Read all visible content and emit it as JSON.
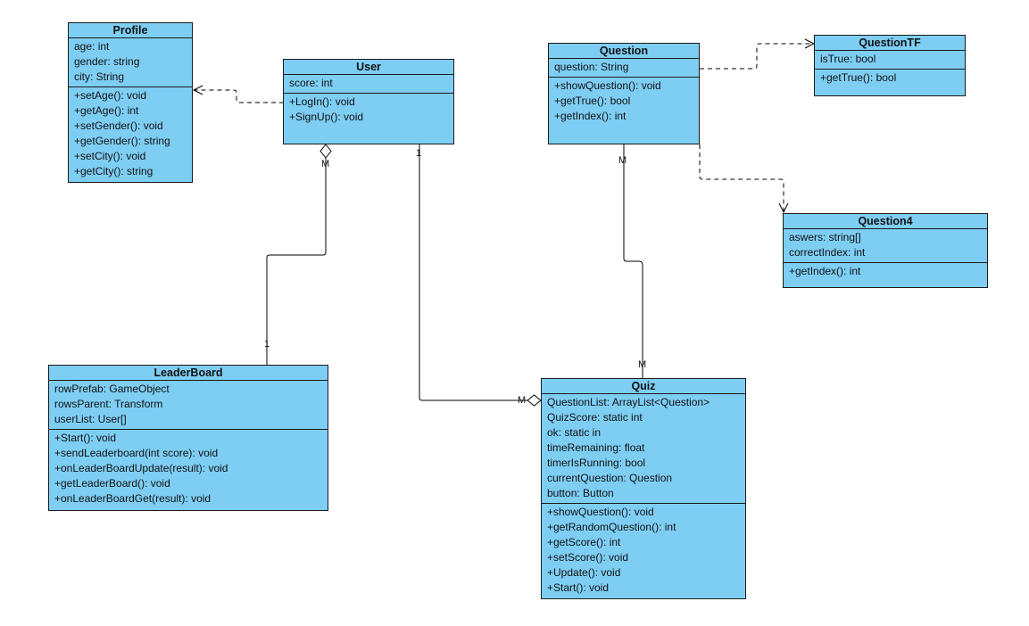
{
  "classes": {
    "profile": {
      "name": "Profile",
      "attributes": [
        "age: int",
        "gender: string",
        "city: String"
      ],
      "methods": [
        "+setAge(): void",
        "+getAge(): int",
        "+setGender(): void",
        "+getGender(): string",
        "+setCity(): void",
        "+getCity(): string"
      ]
    },
    "user": {
      "name": "User",
      "attributes": [
        "score: int"
      ],
      "methods": [
        "+LogIn(): void",
        "+SignUp(): void"
      ]
    },
    "question": {
      "name": "Question",
      "attributes": [
        "question: String"
      ],
      "methods": [
        "+showQuestion(): void",
        "+getTrue(): bool",
        "+getIndex(): int"
      ]
    },
    "questiontf": {
      "name": "QuestionTF",
      "attributes": [
        "isTrue: bool"
      ],
      "methods": [
        "+getTrue(): bool"
      ]
    },
    "question4": {
      "name": "Question4",
      "attributes": [
        "aswers: string[]",
        "correctIndex: int"
      ],
      "methods": [
        "+getIndex(): int"
      ]
    },
    "leaderboard": {
      "name": "LeaderBoard",
      "attributes": [
        "rowPrefab: GameObject",
        "rowsParent: Transform",
        "userList: User[]"
      ],
      "methods": [
        "+Start(): void",
        "+sendLeaderboard(int score): void",
        "+onLeaderBoardUpdate(result): void",
        "+getLeaderBoard(): void",
        "+onLeaderBoardGet(result): void"
      ]
    },
    "quiz": {
      "name": "Quiz",
      "attributes": [
        "QuestionList: ArrayList<Question>",
        "QuizScore: static int",
        "ok: static in",
        "timeRemaining: float",
        "timerIsRunning: bool",
        "currentQuestion: Question",
        "button: Button"
      ],
      "methods": [
        "+showQuestion(): void",
        "+getRandomQuestion(): int",
        "+getScore(): int",
        "+setScore(): void",
        "+Update(): void",
        "+Start(): void"
      ]
    }
  },
  "multiplicities": {
    "user_leaderboard_top": "M",
    "user_leaderboard_bottom": "1",
    "user_quiz_top": "1",
    "user_quiz_end": "M",
    "question_quiz_top": "M",
    "question_quiz_bottom": "M"
  },
  "colors": {
    "class_fill": "#7ecef4",
    "line": "#000000"
  }
}
